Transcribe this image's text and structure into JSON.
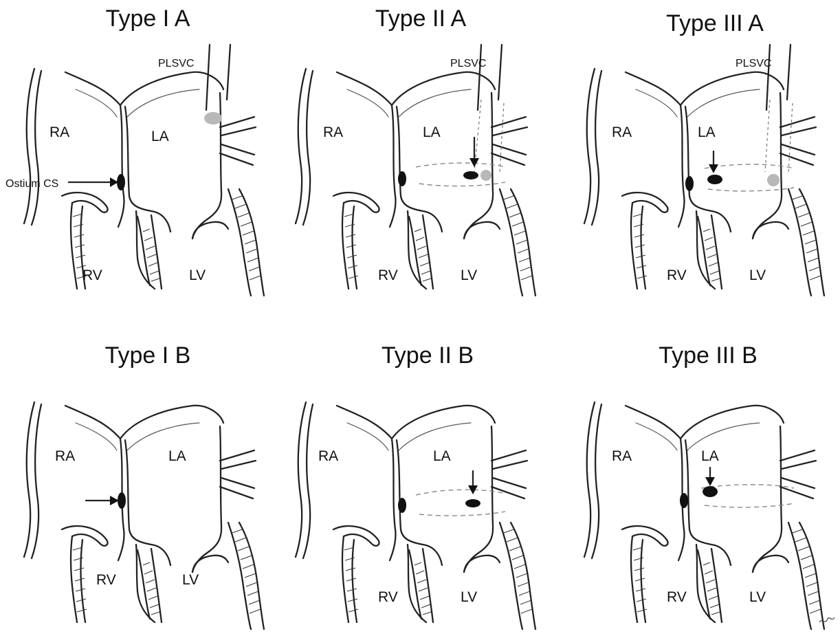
{
  "panels": [
    {
      "key": "IA",
      "title": "Type I A",
      "plsvc": "PLSVC",
      "ra": "RA",
      "la": "LA",
      "rv": "RV",
      "lv": "LV",
      "ostium_label": "Ostium CS"
    },
    {
      "key": "IIA",
      "title": "Type II A",
      "plsvc": "PLSVC",
      "ra": "RA",
      "la": "LA",
      "rv": "RV",
      "lv": "LV"
    },
    {
      "key": "IIIA",
      "title": "Type III A",
      "plsvc": "PLSVC",
      "ra": "RA",
      "la": "LA",
      "rv": "RV",
      "lv": "LV"
    },
    {
      "key": "IB",
      "title": "Type I B",
      "ra": "RA",
      "la": "LA",
      "rv": "RV",
      "lv": "LV"
    },
    {
      "key": "IIB",
      "title": "Type II B",
      "ra": "RA",
      "la": "LA",
      "rv": "RV",
      "lv": "LV"
    },
    {
      "key": "IIIB",
      "title": "Type III B",
      "ra": "RA",
      "la": "LA",
      "rv": "RV",
      "lv": "LV"
    }
  ],
  "colors": {
    "ink": "#222222",
    "dash": "#888888",
    "vessel_grey": "#b8b8b8",
    "ostium": "#111111"
  }
}
